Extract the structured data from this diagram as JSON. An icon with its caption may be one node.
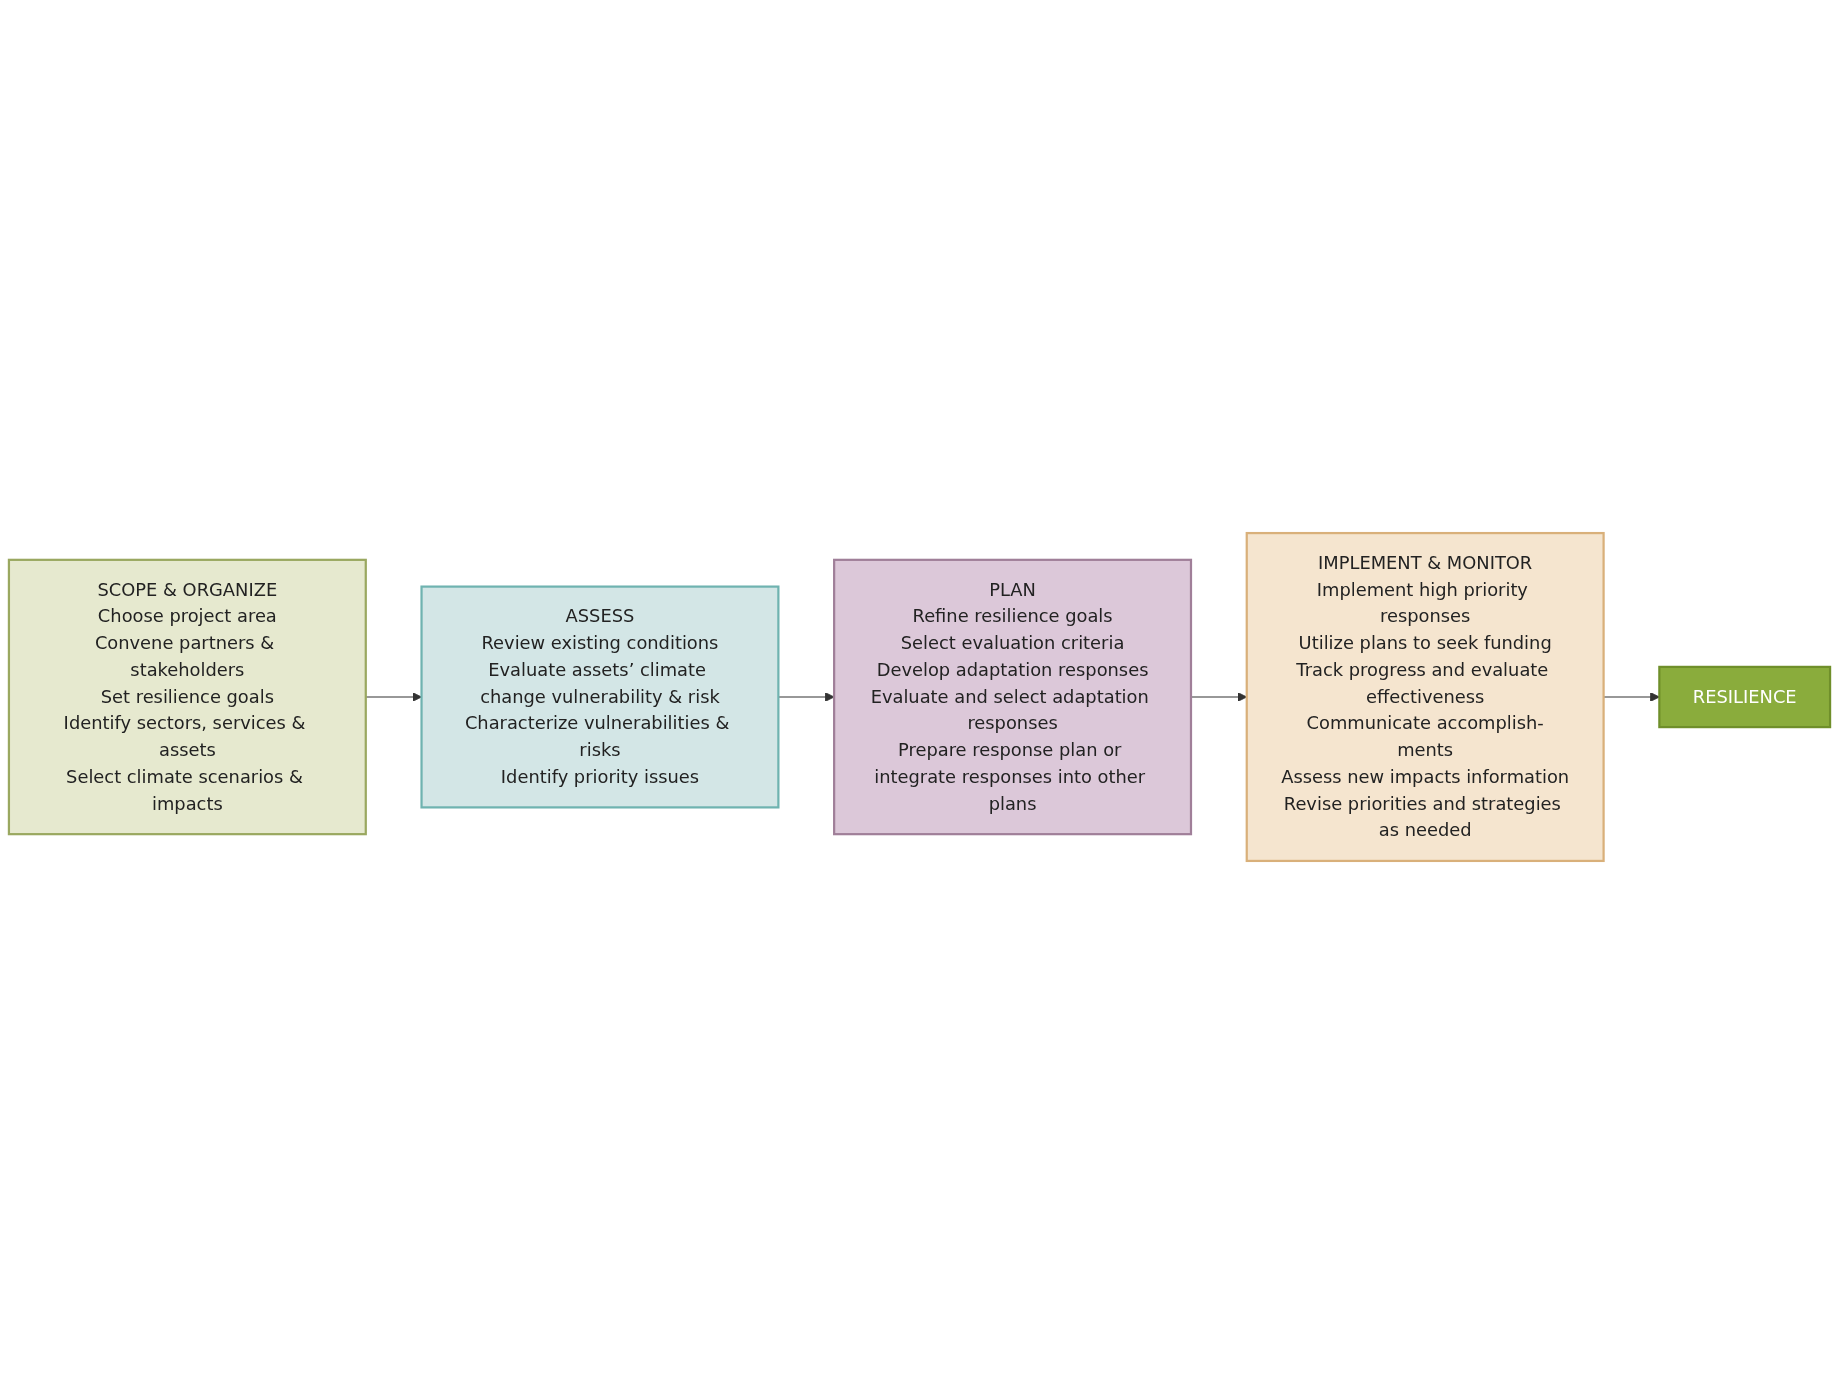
{
  "diagram": {
    "nodes": [
      {
        "text": [
          "SCOPE & ORGANIZE",
          "Choose project area",
          "Convene partners & stakeholders",
          "Set resilience goals",
          "Identify sectors, services & assets",
          "Select climate scenarios & impacts"
        ]
      },
      {
        "text": [
          "ASSESS",
          "Review existing conditions",
          "Evaluate assets’ climate change vulnerability & risk",
          "Characterize vulnerabilities & risks",
          "Identify priority issues"
        ]
      },
      {
        "text": [
          "PLAN",
          "Refine resilience goals",
          "Select evaluation criteria",
          "Develop adaptation responses",
          "Evaluate and select adaptation responses",
          "Prepare response plan or integrate responses into other plans"
        ]
      },
      {
        "text": [
          "IMPLEMENT & MONITOR",
          "Implement high priority responses",
          "Utilize plans to seek funding",
          "Track progress and evaluate effectiveness",
          "Communicate accomplish-ments",
          "Assess new impacts information",
          "Revise priorities and strategies as needed"
        ]
      },
      {
        "text": [
          "RESILIENCE"
        ]
      }
    ],
    "edges": [
      {
        "from": 0,
        "to": 1,
        "arrow": "to"
      },
      {
        "from": 1,
        "to": 2,
        "arrow": "to"
      },
      {
        "from": 2,
        "to": 3,
        "arrow": "to"
      },
      {
        "from": 3,
        "to": 4,
        "arrow": "to"
      }
    ]
  }
}
